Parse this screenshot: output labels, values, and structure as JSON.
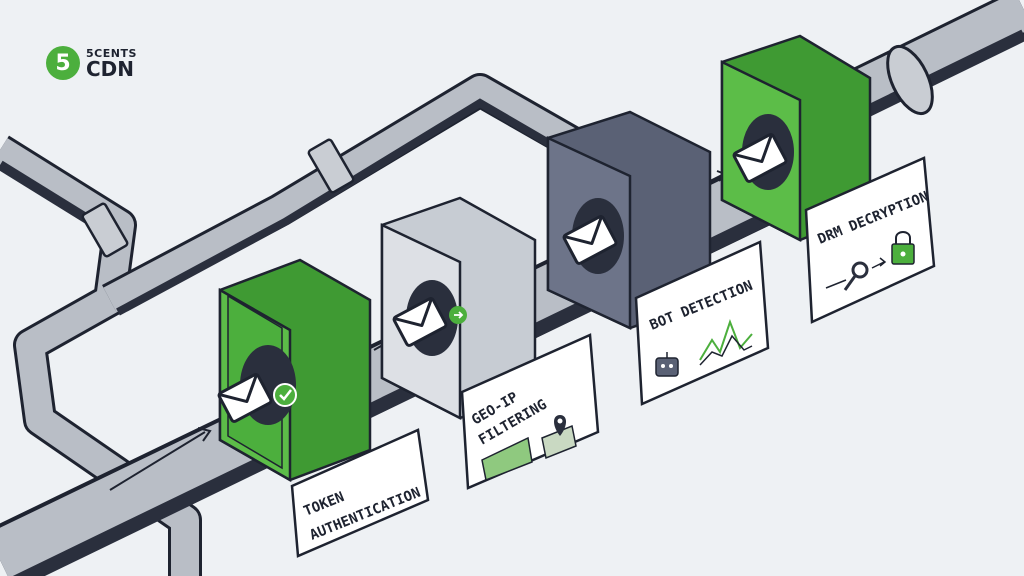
{
  "logo": {
    "mark": "5",
    "top": "5CENTS",
    "bottom": "CDN"
  },
  "stages": [
    {
      "label_lines": [
        "TOKEN",
        "AUTHENTICATION"
      ],
      "icon": "check-badge-icon",
      "style": "green"
    },
    {
      "label_lines": [
        "GEO-IP",
        "FILTERING"
      ],
      "icon": "map-pin-icon",
      "style": "gray"
    },
    {
      "label_lines": [
        "BOT DETECTION"
      ],
      "icon": "robot-icon",
      "style": "slate"
    },
    {
      "label_lines": [
        "DRM DECRYPTION"
      ],
      "icon": "key-lock-icon",
      "style": "green"
    }
  ],
  "colors": {
    "accent": "#4caf3d",
    "pipe": "#b9bec6",
    "pipe_dark": "#2a2f3d",
    "slate": "#5a6175",
    "outline": "#1e2330"
  }
}
